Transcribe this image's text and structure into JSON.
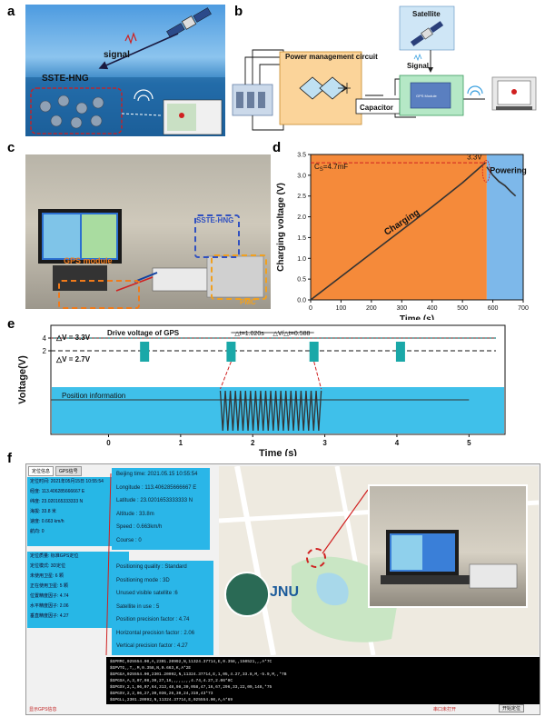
{
  "panel_labels": {
    "a": "a",
    "b": "b",
    "c": "c",
    "d": "d",
    "e": "e",
    "f": "f"
  },
  "panel_a": {
    "signal": "signal",
    "device": "SSTE-HNG"
  },
  "panel_b": {
    "power_management": "Power management circuit",
    "capacitor": "Capacitor",
    "satellite": "Satellite",
    "signal": "Signal",
    "gps": "GPS Module"
  },
  "panel_c": {
    "gps_module": "GPS module",
    "sste_hng": "SSTE-HNG",
    "pmc": "PMC"
  },
  "chart_data": [
    {
      "type": "line",
      "panel": "d",
      "xlabel": "Time (s)",
      "ylabel": "Charging voltage (V)",
      "xlim": [
        0,
        700
      ],
      "ylim": [
        0,
        3.5
      ],
      "xticks": [
        0,
        100,
        200,
        300,
        400,
        500,
        600,
        700
      ],
      "yticks": [
        0,
        0.5,
        1.0,
        1.5,
        2.0,
        2.5,
        3.0,
        3.5
      ],
      "annotations": {
        "cs": "C",
        "cs_sub": "S",
        "cs_rest": "=4.7mF",
        "v33": "3.3V",
        "charging": "Charging",
        "powering": "Powering"
      },
      "regions": [
        {
          "name": "Charging",
          "x": [
            0,
            580
          ],
          "color": "#f58a3a"
        },
        {
          "name": "Powering",
          "x": [
            580,
            700
          ],
          "color": "#7db8ea"
        }
      ],
      "series": [
        {
          "x": [
            0,
            100,
            200,
            300,
            400,
            500,
            575
          ],
          "y": [
            0,
            0.56,
            1.12,
            1.68,
            2.24,
            2.82,
            3.3
          ]
        },
        {
          "x": [
            580,
            600,
            620,
            640,
            660,
            675
          ],
          "y": [
            3.2,
            3.0,
            2.85,
            2.75,
            2.6,
            2.5
          ]
        }
      ],
      "threshold": 3.3
    },
    {
      "type": "line",
      "panel": "e",
      "xlabel": "Time (s)",
      "ylabel": "Voltage(V)",
      "xlim": [
        -0.8,
        5.5
      ],
      "xticks": [
        0,
        1,
        2,
        3,
        4,
        5
      ],
      "yticks": [
        2,
        4
      ],
      "annotations": {
        "dv33": "△V = 3.3V",
        "dv27": "△V = 2.7V",
        "drive": "Drive voltage of GPS",
        "dt": "△t=1.020s",
        "dvdt": "△V/△t=0.588",
        "position": "Position information"
      },
      "pulses_x": [
        0.5,
        1.7,
        2.85,
        4.05
      ]
    }
  ],
  "panel_f": {
    "tabs": [
      "定位信息",
      "GPS信号"
    ],
    "left_rows": [
      "定位时间: 2021年05月15日 10:55:54",
      "经度: 113.406285666667 E",
      "纬度: 23.020165333333 N",
      "海拔: 33.8 米",
      "速度: 0.663 km/h",
      "航向: 0"
    ],
    "left_rows2": [
      "定位质量: 标准GPS定位",
      "定位模式: 3D定位",
      "未使用卫星: 6 颗",
      "正在使用卫星: 5 颗",
      "位置精度因子: 4.74",
      "水平精度因子: 2.06",
      "垂直精度因子: 4.27"
    ],
    "info_top": [
      "Beijing time: 2021.05.15  10:55:54",
      "Longitude : 113.406285666667 E",
      "Latitude : 23.0201653333333 N",
      "Altitude : 33.8m",
      "Speed : 0.663km/h",
      "Course : 0"
    ],
    "info_bottom": [
      "Positioning quality : Standard",
      "Positioning mode : 3D",
      "Unused visible satellite :6",
      "Satellite in use : 5",
      "Position precision factor : 4.74",
      "Horizontal precision factor : 2.06",
      "Vertical precision factor : 4.27"
    ],
    "jnu": "JNU",
    "console": [
      "$GPRMC,025554.00,A,2301.20992,N,11324.37714,E,0.358,,150521,,,A*7C",
      "$GPVTG,,T,,M,0.358,N,0.663,K,A*2E",
      "$GPGGA,025554.00,2301.20992,N,11324.37714,E,1,05,4.27,33.8,M,-5.9,M,,*7B",
      "$GPGSA,A,3,07,08,30,27,16,,,,,,,,4.74,4.27,2.06*0C",
      "$GPGSV,2,1,06,07,64,313,48,08,30,058,47,16,67,296,33,22,09,148,*75",
      "$GPGSV,2,2,06,27,30,036,26,30,24,319,43*73",
      "$GPGLL,2301.20992,N,11324.37714,E,025554.00,A,A*69"
    ],
    "footer_left": "显示GPS信息",
    "footer_mid": "串口未打开",
    "footer_btn": "开始定位"
  }
}
